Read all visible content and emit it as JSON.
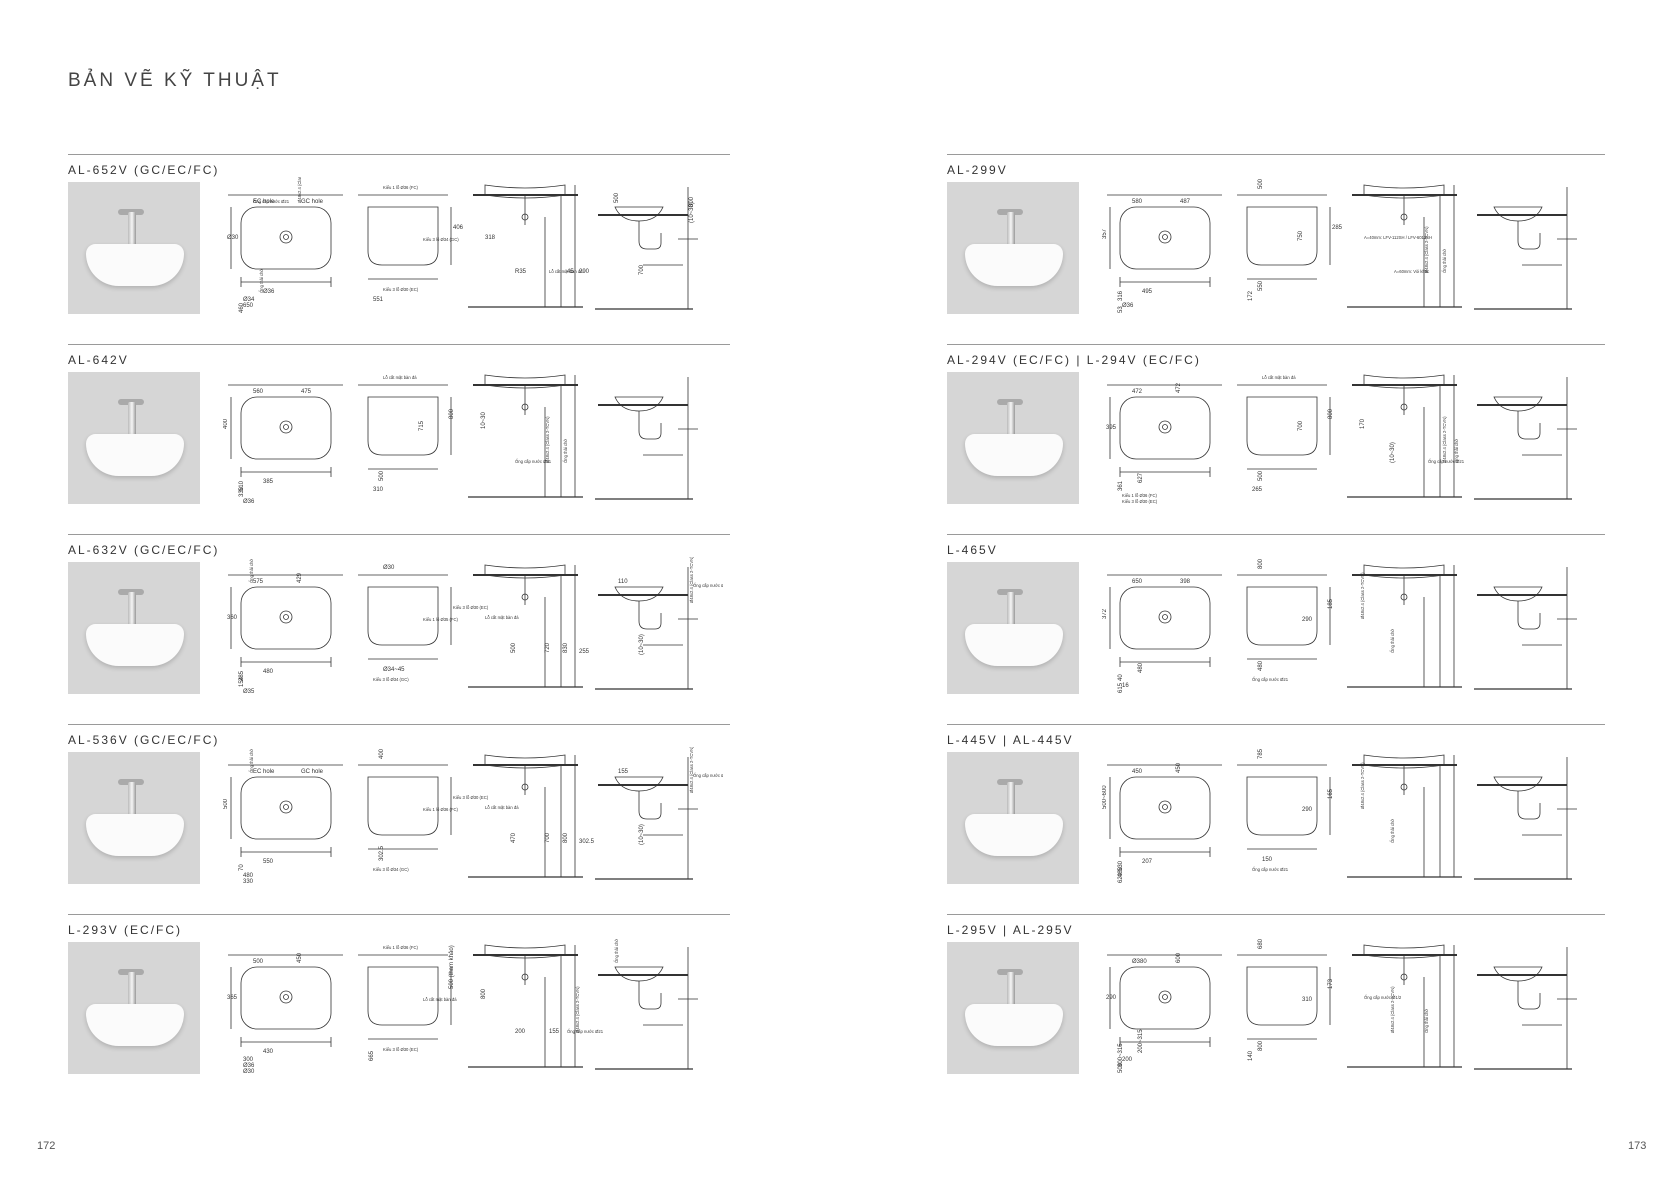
{
  "header": {
    "title": "BẢN VẼ KỸ THUẬT"
  },
  "pages": {
    "left": "172",
    "right": "173"
  },
  "left_column": [
    {
      "model": "AL-652V (GC/EC/FC)",
      "labels": {
        "ec_hole": "EC hole",
        "gc_hole": "GC hole",
        "d36": "Ø36",
        "d30": "Ø30",
        "d34": "Ø34",
        "w650": "650",
        "h460": "460",
        "k1": "Kiểu 1 lỗ Ø36 (FC)",
        "k2": "Kiểu 3 lỗ Ø30 (EC)",
        "k3": "Kiểu 3 lỗ Ø34 (GC)",
        "w406": "406",
        "w551": "551",
        "w318": "318",
        "r35": "R35",
        "cut": "Lỗ cắt mặt bàn đá",
        "w45": "45",
        "w290": "290",
        "h500": "500",
        "h700": "700",
        "h800": "800",
        "hint": "(10~30)",
        "pipe": "Ống cấp nước Ø21",
        "drain": "Ø48x2.4 (Class 2-TCVN)",
        "drain2": "Ống thải chờ"
      }
    },
    {
      "model": "AL-642V",
      "labels": {
        "w560": "560",
        "w475": "475",
        "w385": "385",
        "h400": "400",
        "h510": "510",
        "h330": "330",
        "d36": "Ø36",
        "cut": "Lỗ cắt mặt bàn đá",
        "h500": "500",
        "h715": "715",
        "h800": "800",
        "w310": "310",
        "hint": "10~30",
        "pipe": "Ống cấp nước Ø21",
        "drain": "Ø48x2.4 (Class 2-TCVN)",
        "drain2": "Ống thải chờ"
      }
    },
    {
      "model": "AL-632V (GC/EC/FC)",
      "labels": {
        "w575": "575",
        "h429": "429",
        "w480": "480",
        "w360": "360",
        "h285": "285",
        "h154": "154",
        "d35": "Ø35",
        "d30": "Ø30",
        "d34": "Ø34~45",
        "k1": "Kiểu 1 lỗ Ø35 (FC)",
        "k2": "Kiểu 3 lỗ Ø30 (EC)",
        "k3": "Kiểu 3 lỗ Ø34 (GC)",
        "cut": "Lỗ cắt mặt bàn đá",
        "h500": "500",
        "h720": "720",
        "h830": "830",
        "w255": "255",
        "w110": "110",
        "hint": "(10~30)",
        "pipe": "Ống cấp nước Ø21",
        "drain": "Ø48x2.4 (Class 2-TCVN)",
        "drain2": "Ống thải chờ"
      }
    },
    {
      "model": "AL-536V (GC/EC/FC)",
      "labels": {
        "ec_hole": "EC hole",
        "gc_hole": "GC hole",
        "w550": "550",
        "h500": "500",
        "h70": "70",
        "w480": "480",
        "w330": "330",
        "h400": "400",
        "h302": "302.5",
        "k1": "Kiểu 1 lỗ Ø36 (FC)",
        "k2": "Kiểu 3 lỗ Ø30 (EC)",
        "k3": "Kiểu 3 lỗ Ø34 (GC)",
        "cut": "Lỗ cắt mặt bàn đá",
        "h470": "470",
        "h700": "700",
        "h800": "800",
        "w3025": "302.5",
        "w155": "155",
        "hint": "(10~30)",
        "pipe": "Ống cấp nước Ø21",
        "drain": "Ø48x2.4 (Class 2-TCVN)",
        "drain2": "Ống thải chờ"
      }
    },
    {
      "model": "L-293V (EC/FC)",
      "labels": {
        "w500": "500",
        "h450": "450",
        "w430": "430",
        "w365": "365",
        "w300": "300",
        "d36": "Ø36",
        "d30": "Ø30",
        "k1": "Kiểu 1 lỗ Ø36 (FC)",
        "k2": "Kiểu 3 lỗ Ø30 (EC)",
        "cut": "Lỗ cắt mặt bàn đá",
        "h500": "500 (tham khảo)",
        "h665": "665",
        "h800": "800",
        "w200": "200",
        "w155": "155",
        "pipe": "Ống cấp nước Ø21",
        "drain": "Ø48x2.4 (Class 2-TCVN)",
        "drain2": "Ống thải chờ"
      }
    }
  ],
  "right_column": [
    {
      "model": "AL-299V",
      "labels": {
        "w580": "580",
        "w487": "487",
        "w495": "495",
        "h357": "357",
        "h316": "316",
        "d36": "Ø36",
        "h53": "53",
        "h500": "500",
        "h550": "550",
        "h750": "750",
        "w285": "285",
        "h172": "172",
        "note1": "A=40mm: LFV-112SH / LFV-6012SH",
        "note2": "A=60mm: Vòi khác",
        "drain": "Ø48x2.4 (Class 2-TCVN)",
        "drain2": "Ống thải chờ"
      }
    },
    {
      "model": "AL-294V (EC/FC) | L-294V (EC/FC)",
      "labels": {
        "w472": "472",
        "h472": "472",
        "h627": "627",
        "w395": "395",
        "h361": "361",
        "k1": "Kiểu 1 lỗ Ø36 (FC)",
        "k2": "Kiểu 3 lỗ Ø30 (EC)",
        "cut": "Lỗ cắt mặt bàn đá",
        "h500": "500",
        "h700": "700",
        "h800": "800",
        "w265": "265",
        "h170": "170",
        "hint": "(10~30)",
        "pipe": "Ống cấp nước Ø21",
        "drain": "Ø48x2.4 (Class 2-TCVN)",
        "drain2": "Ống thải chờ"
      }
    },
    {
      "model": "L-465V",
      "labels": {
        "w650": "650",
        "w398": "398",
        "h480": "480",
        "h372": "372",
        "h40": "40",
        "w16": "16",
        "h615": "615",
        "h800": "800",
        "h480b": "480",
        "w290": "290",
        "h185": "185",
        "pipe": "Ống cấp nước Ø21",
        "drain": "Ø48x2.4 (Class 2-TCVN)",
        "drain2": "Ống thải chờ"
      }
    },
    {
      "model": "L-445V | AL-445V",
      "labels": {
        "w450": "450",
        "h450": "450",
        "w207": "207",
        "h500": "500~600",
        "h530": "530",
        "h480": "480",
        "h620": "620",
        "h785": "785",
        "w150": "150",
        "w290": "290",
        "h165": "165",
        "pipe": "Ống cấp nước Ø21",
        "drain": "Ø48x2.4 (Class 2-TCVN)",
        "drain2": "Ống thải chờ"
      }
    },
    {
      "model": "L-295V | AL-295V",
      "labels": {
        "d380": "Ø380",
        "h600": "600",
        "h200": "200~315",
        "w290": "290",
        "w200": "200",
        "h300": "300~315",
        "h500": "500",
        "h680": "680",
        "h800": "800",
        "w310": "310",
        "h173": "173",
        "h140": "140",
        "pipe": "Ống cấp nước Ø1/2",
        "drain": "Ø48x2.4 (Class 2-TCVN)",
        "drain2": "Ống thải chờ"
      }
    }
  ]
}
